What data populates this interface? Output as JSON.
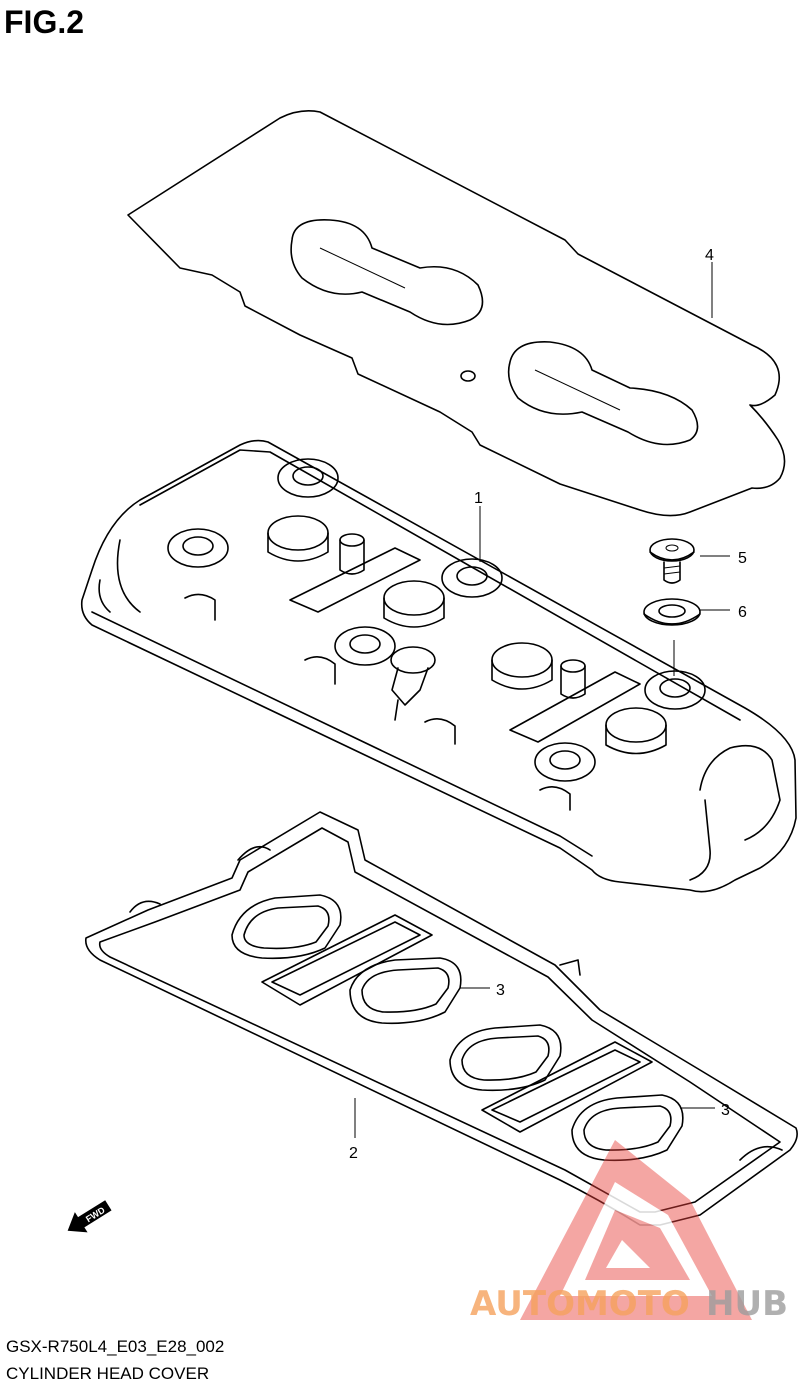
{
  "header": {
    "figure_label": "FIG.2"
  },
  "footer": {
    "drawing_code": "GSX-R750L4_E03_E28_002",
    "title": "CYLINDER HEAD COVER"
  },
  "callouts": {
    "head_cover": "1",
    "cover_gasket": "2",
    "plug_hole_gasket": "3",
    "plug_hole_gasket_b": "3",
    "heat_shield_sheet": "4",
    "bolt": "5",
    "washer": "6"
  },
  "direction_arrow": {
    "label": "FWD"
  },
  "watermark": {
    "text_orange": "AUTOMOTO",
    "text_gray": "HUB",
    "color_orange": "#f5a15c",
    "color_gray": "#9c9c9c",
    "color_logo": "#e8403a"
  }
}
